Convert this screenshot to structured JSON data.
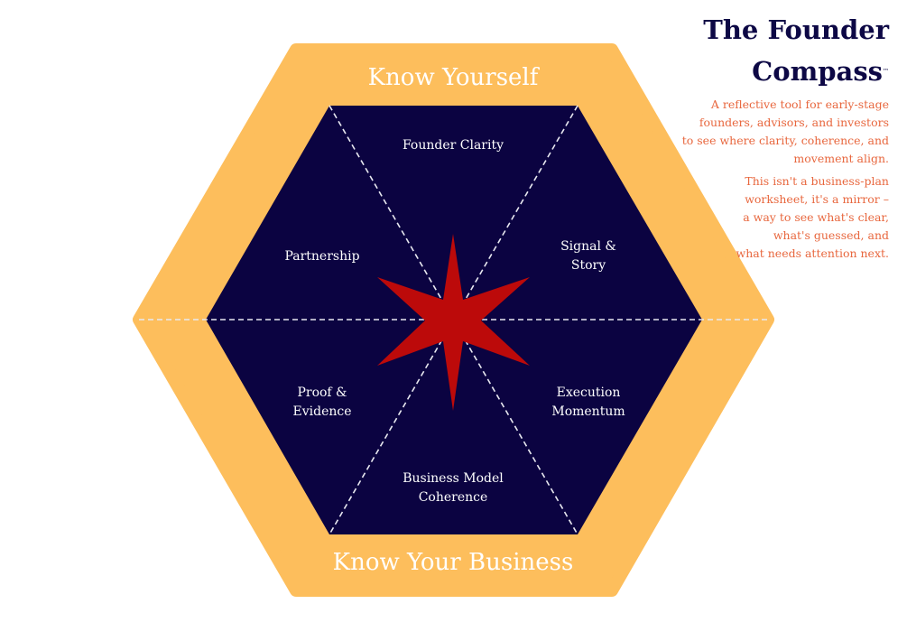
{
  "title": {
    "line1": "The Founder",
    "line2": "Compass",
    "tm": "™"
  },
  "description": {
    "p1": [
      "A reflective tool for early-stage",
      "founders, advisors, and investors",
      "to see where clarity, coherence, and",
      "movement align."
    ],
    "p2": [
      "This isn't a business-plan",
      "worksheet, it's a mirror –",
      "a way to see what's clear,",
      "what's guessed, and",
      "what needs attention next."
    ]
  },
  "diagram": {
    "top_label": "Know Yourself",
    "bottom_label": "Know Your Business",
    "segments": {
      "top": [
        "Founder Clarity"
      ],
      "upper_right": [
        "Signal &",
        "Story"
      ],
      "lower_right": [
        "Execution",
        "Momentum"
      ],
      "bottom": [
        "Business Model",
        "Coherence"
      ],
      "lower_left": [
        "Proof &",
        "Evidence"
      ],
      "upper_left": [
        "Partnership"
      ]
    }
  },
  "colors": {
    "orange": "#FDBE5C",
    "navy": "#0B0341",
    "red": "#BC0A0A",
    "coral": "#E8673E"
  }
}
